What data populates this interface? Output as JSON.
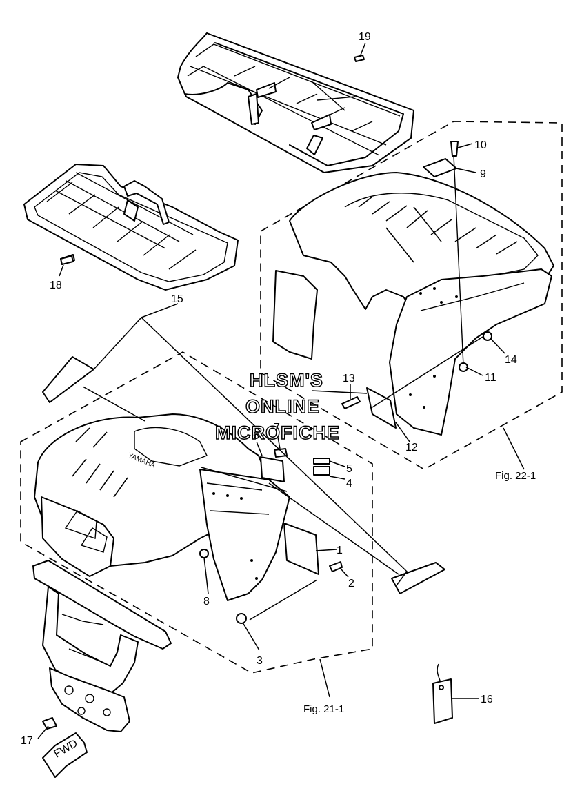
{
  "callouts": {
    "n1": "1",
    "n2": "2",
    "n3": "3",
    "n4": "4",
    "n5": "5",
    "n6": "6",
    "n7": "7",
    "n8": "8",
    "n9": "9",
    "n10": "10",
    "n11": "11",
    "n12": "12",
    "n13": "13",
    "n14": "14",
    "n15": "15",
    "n16": "16",
    "n17": "17",
    "n18": "18",
    "n19": "19"
  },
  "figure_refs": {
    "front": "Fig. 21-1",
    "rear": "Fig. 22-1"
  },
  "watermark": {
    "line1": "HLSM'S",
    "line2": "ONLINE",
    "line3": "MICROFICHE"
  },
  "labels": {
    "brand": "YAMAHA",
    "fwd_arrow": "FWD"
  },
  "colors": {
    "ink": "#000000",
    "paper": "#ffffff"
  }
}
